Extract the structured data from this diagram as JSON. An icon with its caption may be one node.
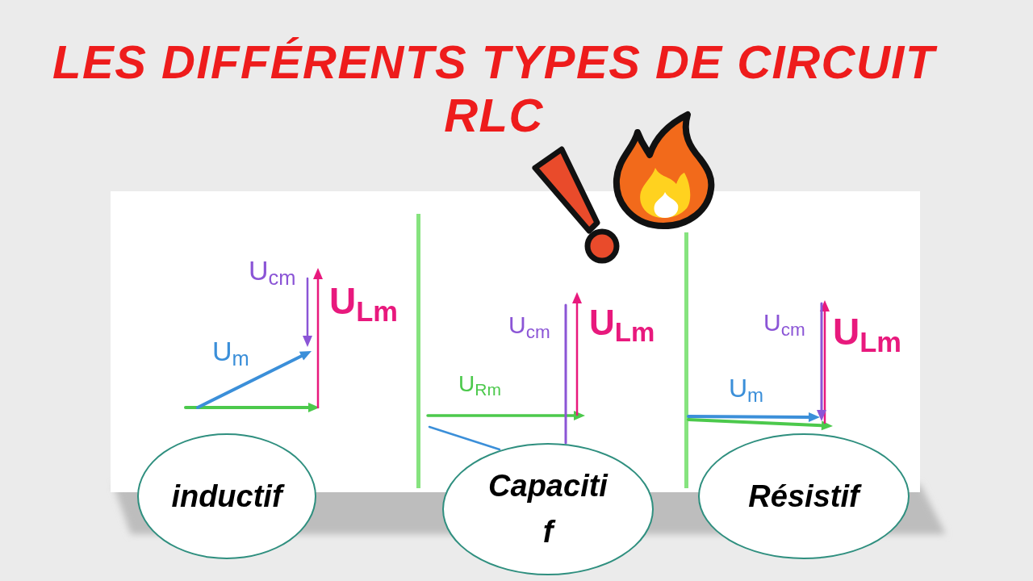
{
  "diagram": {
    "title": "LES DIFFÉRENTS TYPES DE CIRCUIT RLC",
    "nodes": [
      {
        "text": [
          "inductif"
        ]
      },
      {
        "text": [
          "Capaciti f"
        ]
      },
      {
        "text": [
          "Résistif"
        ]
      }
    ],
    "labels": [
      "U$_{cm}$",
      "U$_{Lm}$",
      "U$_{m}$",
      "U$_{cm}$",
      "U$_{Lm}$",
      "U$_{Rm}$",
      "U$_{cm}$",
      "U$_{Lm}$",
      "U$_{m}$"
    ]
  }
}
